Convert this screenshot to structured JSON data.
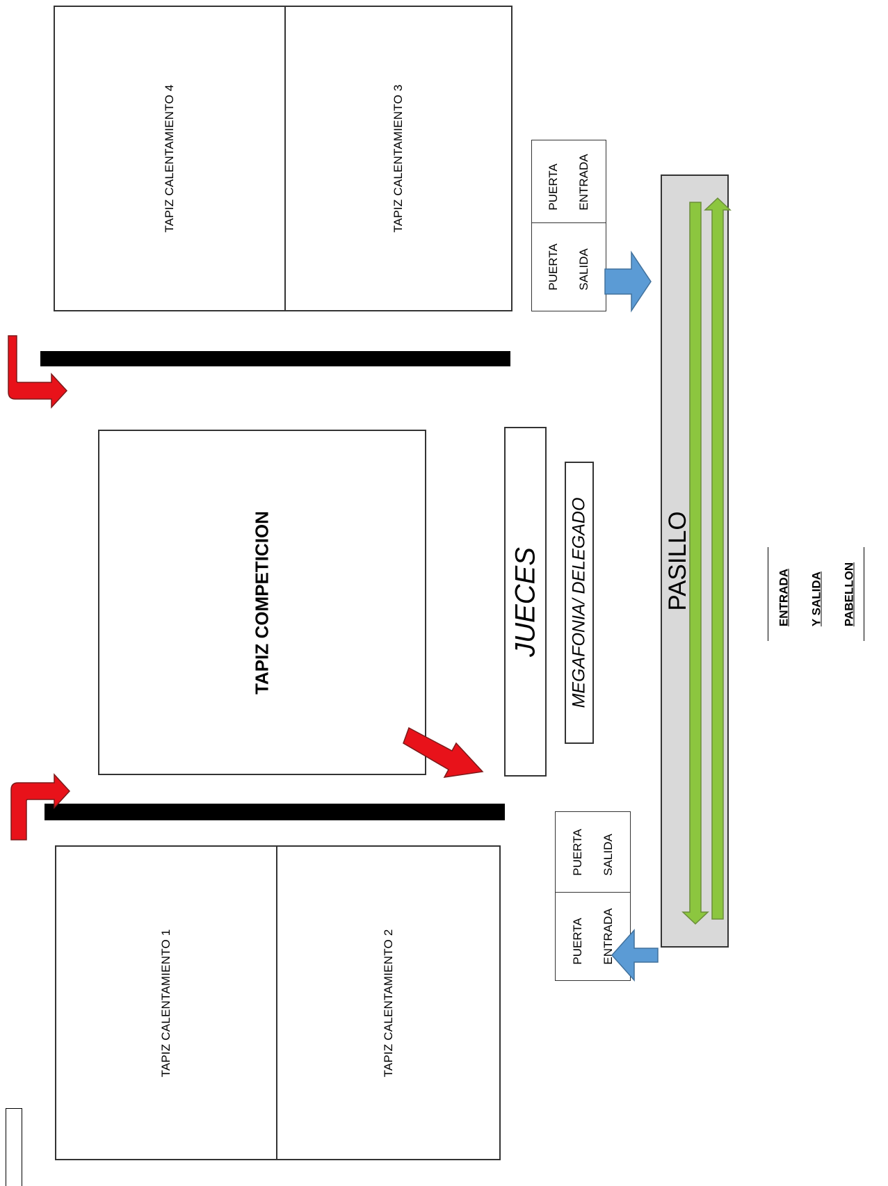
{
  "labels": {
    "mat4": "TAPIZ CALENTAMIENTO 4",
    "mat3": "TAPIZ CALENTAMIENTO 3",
    "mat1": "TAPIZ CALENTAMIENTO 1",
    "mat2": "TAPIZ CALENTAMIENTO 2",
    "competition": "TAPIZ COMPETICION",
    "judges": "JUECES",
    "announcer": "MEGAFONIA/ DELEGADO",
    "corridor": "PASILLO",
    "door_top_entry": [
      "PUERTA",
      "ENTRADA"
    ],
    "door_top_exit": [
      "PUERTA",
      "SALIDA"
    ],
    "door_bottom_exit": [
      "PUERTA",
      "SALIDA"
    ],
    "door_bottom_entry": [
      "PUERTA",
      "ENTRADA"
    ],
    "pavilion": [
      "ENTRADA",
      "Y SALIDA",
      "PABELLON"
    ]
  },
  "colors": {
    "red_arrow": "#e8121a",
    "blue_arrow": "#5b9bd5",
    "green_arrow": "#8cc63f",
    "corridor_fill": "#d9d9d9"
  }
}
